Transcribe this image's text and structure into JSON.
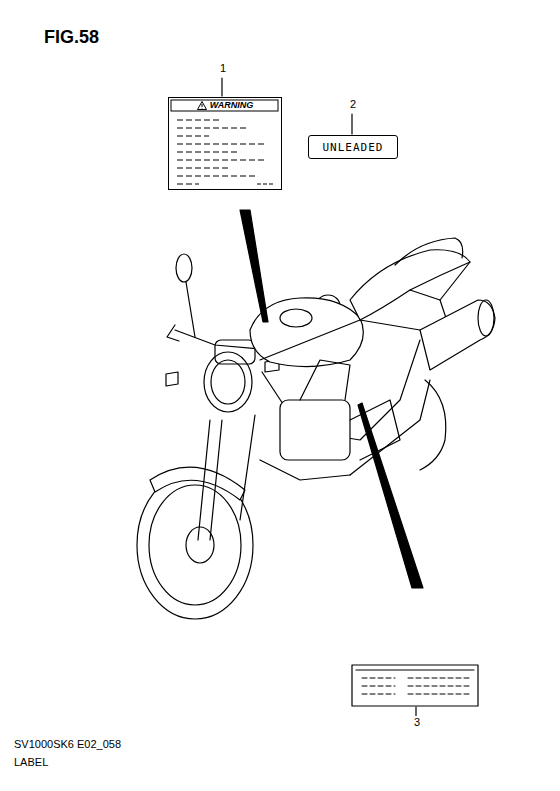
{
  "diagram": {
    "title": "FIG.58",
    "nodes": [
      {
        "text": [
          "WARNING"
        ]
      },
      {
        "text": [
          "UNLEADED"
        ]
      }
    ],
    "labels": [
      "1",
      "2",
      "3",
      "SV1000SK6 E02_058",
      "LABEL"
    ]
  }
}
